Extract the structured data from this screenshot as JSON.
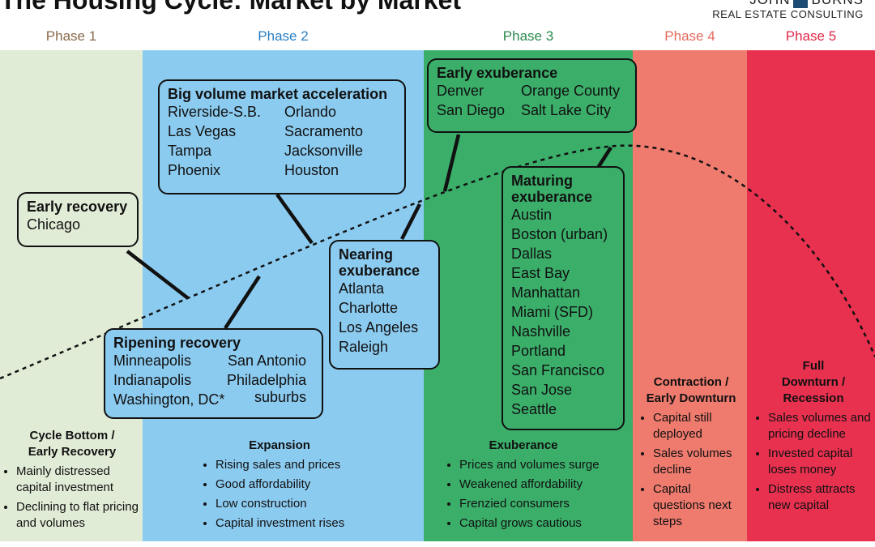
{
  "title": "The Housing Cycle: Market by Market",
  "logo": {
    "line1_left": "JOHN",
    "line1_right": "BURNS",
    "line2": "REAL ESTATE CONSULTING"
  },
  "colors": {
    "phase1_bg": "#e1ecd7",
    "phase2_bg": "#8ccbf0",
    "phase3_bg": "#3bae6a",
    "phase4_bg": "#ef7a6e",
    "phase5_bg": "#e8304f",
    "phase1_text": "#8a6a4a",
    "phase2_text": "#2a7fc4",
    "phase3_text": "#2a8a4c",
    "phase4_text": "#e46a5e",
    "phase5_text": "#e02848"
  },
  "phases": [
    "Phase 1",
    "Phase 2",
    "Phase 3",
    "Phase 4",
    "Phase 5"
  ],
  "boxes": {
    "early_recovery": {
      "title": "Early recovery",
      "items": [
        "Chicago"
      ]
    },
    "big_volume": {
      "title": "Big volume market acceleration",
      "col1": [
        "Riverside-S.B.",
        "Las Vegas",
        "Tampa",
        "Phoenix"
      ],
      "col2": [
        "Orlando",
        "Sacramento",
        "Jacksonville",
        "Houston"
      ]
    },
    "ripening": {
      "title": "Ripening recovery",
      "col1": [
        "Minneapolis",
        "Indianapolis",
        "Washington, DC*"
      ],
      "col2": [
        "San Antonio",
        "Philadelphia",
        "suburbs"
      ]
    },
    "nearing": {
      "title_line1": "Nearing",
      "title_line2": "exuberance",
      "items": [
        "Atlanta",
        "Charlotte",
        "Los Angeles",
        "Raleigh"
      ]
    },
    "early_exuberance": {
      "title": "Early exuberance",
      "col1": [
        "Denver",
        "San Diego"
      ],
      "col2": [
        "Orange County",
        "Salt Lake City"
      ]
    },
    "maturing": {
      "title_line1": "Maturing",
      "title_line2": "exuberance",
      "items": [
        "Austin",
        "Boston (urban)",
        "Dallas",
        "East Bay",
        "Manhattan",
        "Miami (SFD)",
        "Nashville",
        "Portland",
        "San Francisco",
        "San Jose",
        "Seattle"
      ]
    }
  },
  "bottom": {
    "phase1": {
      "heading_line1": "Cycle Bottom /",
      "heading_line2": "Early Recovery",
      "bullets": [
        "Mainly distressed capital investment",
        "Declining to flat pricing and volumes"
      ]
    },
    "phase2": {
      "heading": "Expansion",
      "bullets": [
        "Rising sales and prices",
        "Good affordability",
        "Low construction",
        "Capital investment rises"
      ]
    },
    "phase3": {
      "heading": "Exuberance",
      "bullets": [
        "Prices and volumes surge",
        "Weakened affordability",
        "Frenzied consumers",
        "Capital grows cautious"
      ]
    },
    "phase4": {
      "heading_line1": "Contraction /",
      "heading_line2": "Early Downturn",
      "bullets": [
        "Capital still deployed",
        "Sales volumes decline",
        "Capital questions next steps"
      ]
    },
    "phase5": {
      "heading_line1": "Full",
      "heading_line2": "Downturn /",
      "heading_line3": "Recession",
      "bullets": [
        "Sales volumes and pricing decline",
        "Invested capital loses money",
        "Distress attracts new capital"
      ]
    }
  }
}
